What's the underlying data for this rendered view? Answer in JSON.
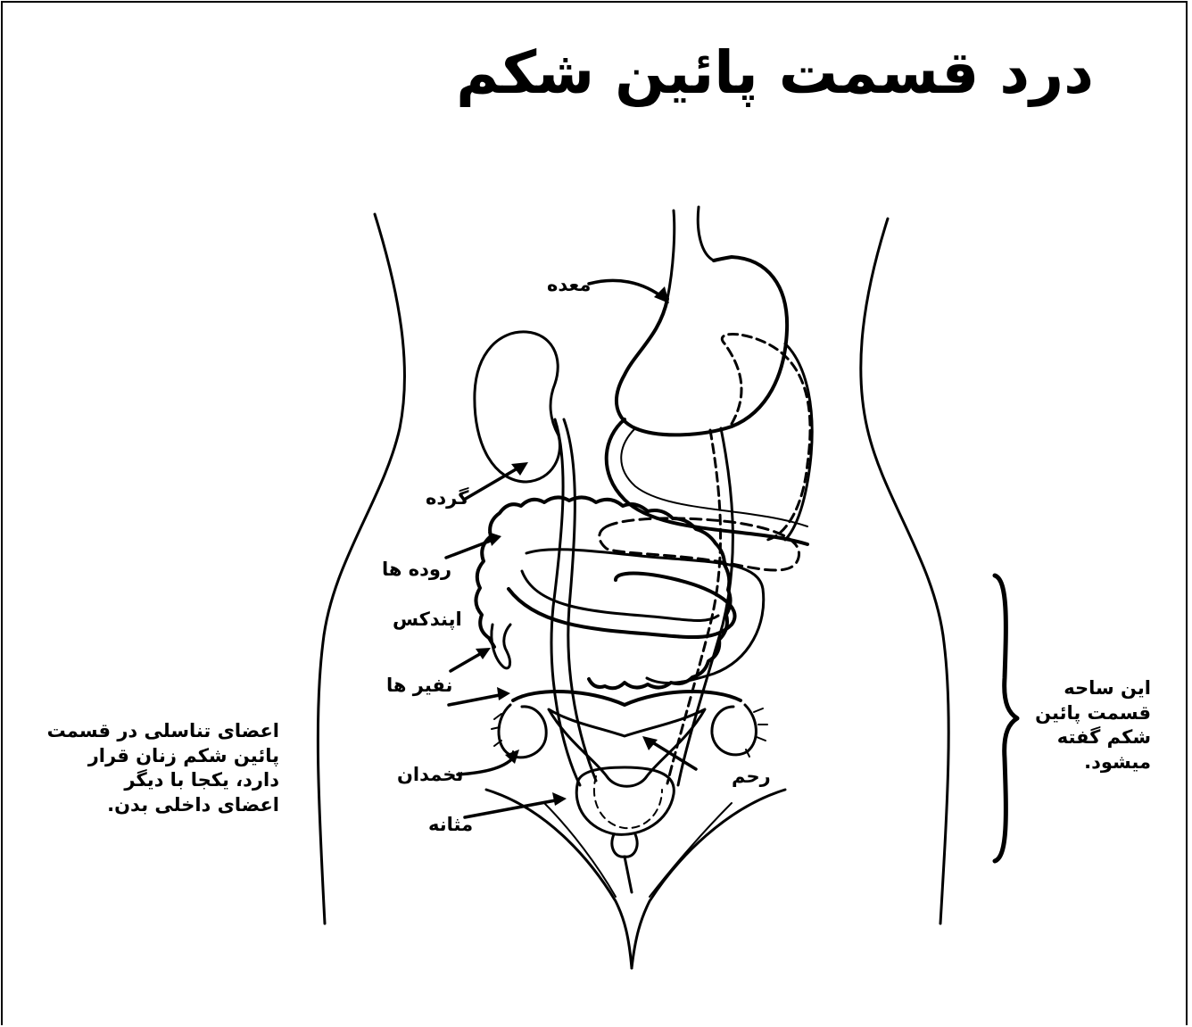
{
  "title": "درد قسمت پائین شکم",
  "labels": {
    "stomach": "معده",
    "kidney": "گرده",
    "intestines": "روده ها",
    "appendix": "اپندکس",
    "tubes": "نفیر ها",
    "ovary": "تخمدان",
    "bladder": "مثانه",
    "uterus": "رحم"
  },
  "notes": {
    "left": [
      "اعضای تناسلی در قسمت",
      "پائین شکم زنان قرار",
      "دارد، یکجا با دیگر",
      "اعضای داخلی بدن."
    ],
    "right": [
      "این ساحه",
      "قسمت پائین",
      "شکم گفته",
      "میشود."
    ]
  }
}
